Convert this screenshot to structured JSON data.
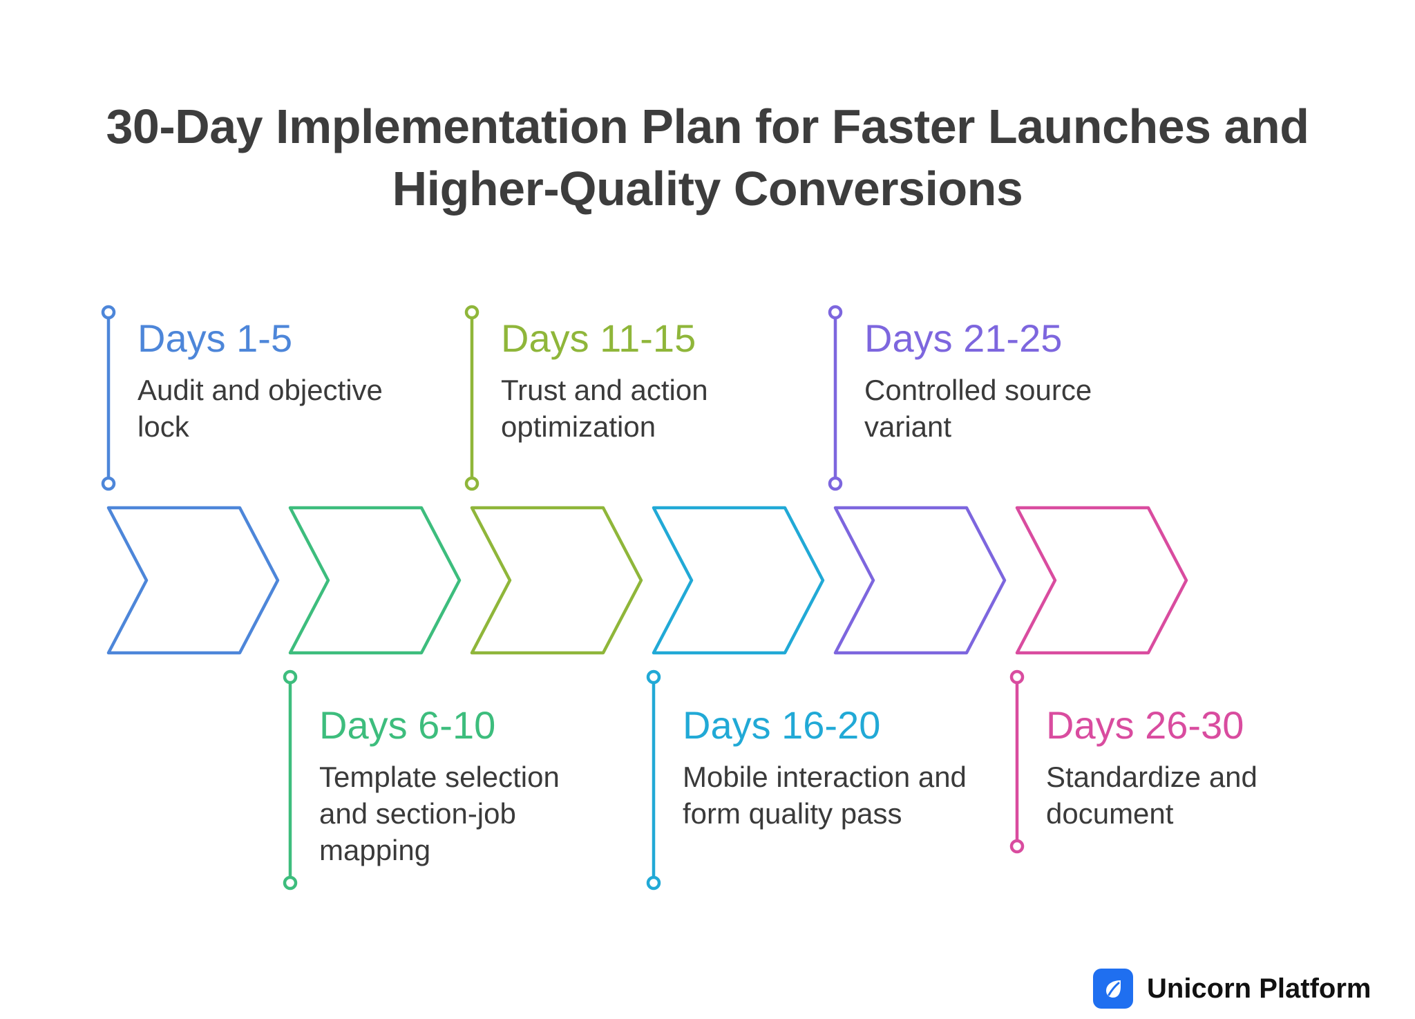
{
  "title": {
    "line1": "30-Day Implementation Plan for Faster Launches and",
    "line2": "Higher-Quality Conversions"
  },
  "steps": [
    {
      "days": "Days 1-5",
      "desc": "Audit and objective lock",
      "color": "#4d86d9",
      "position": "above"
    },
    {
      "days": "Days 6-10",
      "desc": "Template selection and section-job mapping",
      "color": "#3dbd7d",
      "position": "below"
    },
    {
      "days": "Days 11-15",
      "desc": "Trust and action optimization",
      "color": "#8fb63a",
      "position": "above"
    },
    {
      "days": "Days 16-20",
      "desc": "Mobile interaction and form quality pass",
      "color": "#21a9d6",
      "position": "below"
    },
    {
      "days": "Days 21-25",
      "desc": "Controlled source variant",
      "color": "#7d66de",
      "position": "above"
    },
    {
      "days": "Days 26-30",
      "desc": "Standardize and document",
      "color": "#d94c9f",
      "position": "below"
    }
  ],
  "brand": {
    "name": "Unicorn Platform",
    "logo_color": "#1f6ff0",
    "icon": "leaf-drop-icon"
  }
}
